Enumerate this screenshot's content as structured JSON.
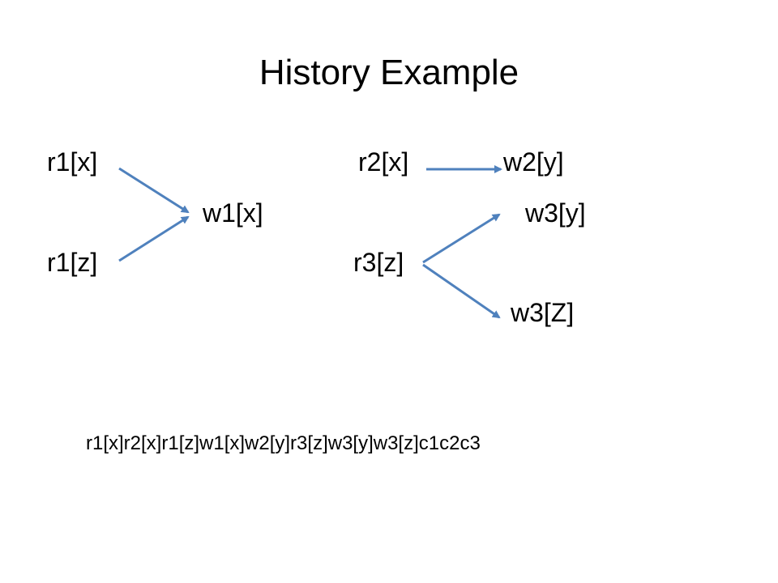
{
  "slide": {
    "title": "History Example",
    "nodes": {
      "r1x": "r1[x]",
      "r1z": "r1[z]",
      "w1x": "w1[x]",
      "r2x": "r2[x]",
      "w2y": "w2[y]",
      "w3y": "w3[y]",
      "r3z": "r3[z]",
      "w3Z": "w3[Z]"
    },
    "edges": [
      {
        "from": "r1x",
        "to": "w1x"
      },
      {
        "from": "r1z",
        "to": "w1x"
      },
      {
        "from": "r2x",
        "to": "w2y"
      },
      {
        "from": "r3z",
        "to": "w3y"
      },
      {
        "from": "r3z",
        "to": "w3Z"
      }
    ],
    "history": "r1[x]r2[x]r1[z]w1[x]w2[y]r3[z]w3[y]w3[z]c1c2c3",
    "arrow_color": "#4f81bd"
  }
}
